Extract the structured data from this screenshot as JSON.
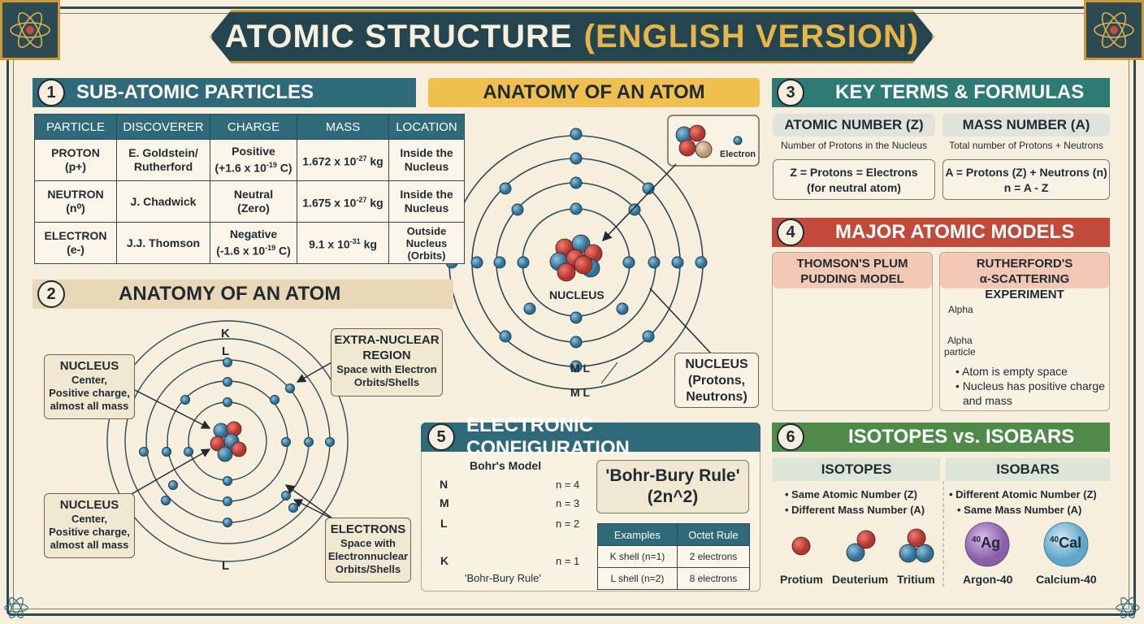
{
  "title": {
    "main": "ATOMIC STRUCTURE",
    "highlight": "(ENGLISH VERSION)"
  },
  "s1": {
    "number": "1",
    "heading": "SUB-ATOMIC PARTICLES",
    "columns": [
      "PARTICLE",
      "DISCOVERER",
      "CHARGE",
      "MASS",
      "LOCATION"
    ],
    "rows": [
      {
        "particle": "PROTON",
        "symbol": "(p+)",
        "discoverer": "E. Goldstein/",
        "discoverer2": "Rutherford",
        "charge": "Positive",
        "charge2": "(+1.6 x 10",
        "charge2_exp": "-19",
        "charge2_tail": " C)",
        "mass": "1.672 x 10",
        "mass_exp": "-27",
        "mass_unit": " kg",
        "loc": "Inside the",
        "loc2": "Nucleus"
      },
      {
        "particle": "NEUTRON",
        "symbol": "(n⁰)",
        "discoverer": "J. Chadwick",
        "discoverer2": "",
        "charge": "Neutral",
        "charge2": "(Zero)",
        "charge2_exp": "",
        "charge2_tail": "",
        "mass": "1.675 x 10",
        "mass_exp": "-27",
        "mass_unit": " kg",
        "loc": "Inside the",
        "loc2": "Nucleus"
      },
      {
        "particle": "ELECTRON",
        "symbol": "(e-)",
        "discoverer": "J.J. Thomson",
        "discoverer2": "",
        "charge": "Negative",
        "charge2": "(-1.6 x 10",
        "charge2_exp": "-19",
        "charge2_tail": " C)",
        "mass": "9.1 x 10",
        "mass_exp": "-31",
        "mass_unit": " kg",
        "loc": "Outside Nucleus",
        "loc2": "(Orbits)"
      }
    ]
  },
  "s2": {
    "number": "2",
    "heading": "ANATOMY OF AN ATOM",
    "shells": {
      "k": "K",
      "l_top": "L",
      "l_bottom": "L"
    },
    "nucleus1": {
      "title": "NUCLEUS",
      "l1": "Center,",
      "l2": "Positive charge,",
      "l3": "almost all mass"
    },
    "nucleus2": {
      "title": "NUCLEUS",
      "l1": "Center,",
      "l2": "Positive charge,",
      "l3": "almost all mass"
    },
    "extra": {
      "t1": "EXTRA-NUCLEAR",
      "t2": "REGION",
      "l1": "Space with Electron",
      "l2": "Orbits/Shells"
    },
    "electrons": {
      "title": "ELECTRONS",
      "l1": "Space with",
      "l2": "Electronnuclear",
      "l3": "Orbits/Shells"
    }
  },
  "center": {
    "heading": "ANATOMY OF AN ATOM",
    "electron_label": "Electron",
    "nucleus_label": "NUCLEUS",
    "shell1": "M L",
    "shell2": "M L",
    "nucleus_box": {
      "l1": "NUCLEUS",
      "l2": "(Protons,",
      "l3": "Neutrons)"
    }
  },
  "s3": {
    "number": "3",
    "heading": "KEY TERMS & FORMULAS",
    "atomic": {
      "title": "ATOMIC NUMBER (Z)",
      "desc": "Number of Protons in the Nucleus",
      "f1": "Z = Protons = Electrons",
      "f2": "(for neutral atom)"
    },
    "mass": {
      "title": "MASS NUMBER (A)",
      "desc": "Total number of Protons + Neutrons",
      "f1": "A = Protons (Z) + Neutrons (n)",
      "f2": "n = A - Z"
    }
  },
  "s4": {
    "number": "4",
    "heading": "MAJOR ATOMIC MODELS",
    "thomson": {
      "t1": "THOMSON'S PLUM",
      "t2": "PUDDING MODEL"
    },
    "rutherford": {
      "t1": "RUTHERFORD'S",
      "t2": "α-SCATTERING EXPERIMENT",
      "alpha": "Alpha",
      "alpha_particle1": "Alpha",
      "alpha_particle2": "particle",
      "b1": "• Atom is empty space",
      "b2": "• Nucleus has positive charge",
      "b3": "and mass"
    }
  },
  "s5": {
    "number": "5",
    "heading": "ELECTRONIC CONFIGURATION",
    "model": "Bohr's Model",
    "levels": [
      {
        "shell": "N",
        "n": "n = 4"
      },
      {
        "shell": "M",
        "n": "n = 3"
      },
      {
        "shell": "L",
        "n": "n = 2"
      },
      {
        "shell": "K",
        "n": "n = 1"
      }
    ],
    "footer": "'Bohr-Bury Rule'",
    "rule_title": "'Bohr-Bury Rule'",
    "rule_formula": "(2n^2)",
    "table": {
      "h1": "Examples",
      "h2": "Octet Rule",
      "rows": [
        [
          "K shell (n=1)",
          "2 electrons"
        ],
        [
          "L shell (n=2)",
          "8 electrons"
        ]
      ]
    }
  },
  "s6": {
    "number": "6",
    "heading": "ISOTOPES vs. ISOBARS",
    "isotopes": {
      "title": "ISOTOPES",
      "b1": "• Same Atomic Number (Z)",
      "b2": "• Different Mass Number (A)",
      "items": [
        "Protium",
        "Deuterium",
        "Tritium"
      ]
    },
    "isobars": {
      "title": "ISOBARS",
      "b1": "• Different Atomic Number (Z)",
      "b2": "• Same Mass Number (A)",
      "ag_mass": "40",
      "ag_sym": "Ag",
      "ag_name": "Argon-40",
      "ca_mass": "40",
      "ca_sym": "Cal",
      "ca_name": "Calcium-40"
    }
  }
}
